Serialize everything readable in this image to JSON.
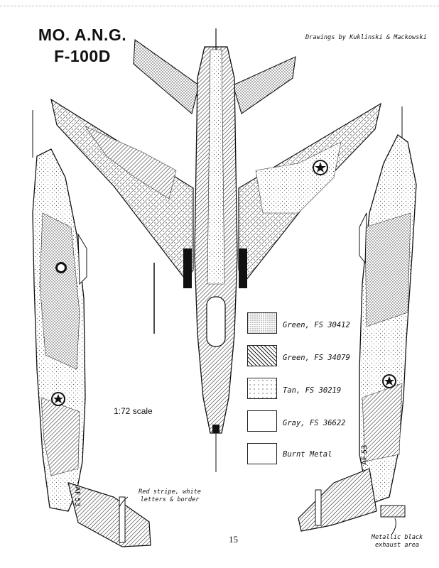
{
  "title": {
    "line1": "MO. A.N.G.",
    "line2": "F-100D"
  },
  "credit": "Drawings by Kuklinski & Mackowski",
  "scale": "1:72 scale",
  "page_number": "15",
  "legend": [
    {
      "label": "Green, FS 30412",
      "pattern": "dots-dense"
    },
    {
      "label": "Green, FS 34079",
      "pattern": "hatch"
    },
    {
      "label": "Tan, FS 30219",
      "pattern": "dots-sparse"
    },
    {
      "label": "Gray, FS 36622",
      "pattern": "plain"
    },
    {
      "label": "Burnt Metal",
      "pattern": "plain"
    }
  ],
  "notes": {
    "stripe": "Red stripe, white letters & border",
    "exhaust": "Metallic black exhaust area"
  },
  "markings": {
    "tail_code_left": "AF 53",
    "tail_code_right": "AF 53"
  },
  "colors": {
    "ink": "#111111",
    "paper": "#ffffff"
  }
}
